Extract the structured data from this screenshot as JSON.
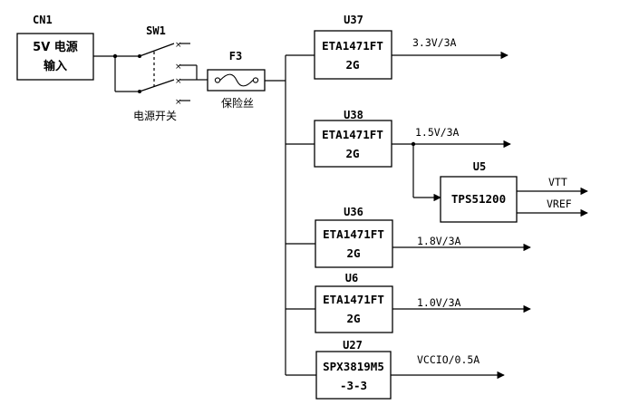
{
  "connector": {
    "ref": "CN1",
    "line1": "5V 电源",
    "line2": "输入"
  },
  "switch": {
    "ref": "SW1",
    "caption": "电源开关"
  },
  "fuse": {
    "ref": "F3",
    "caption": "保险丝"
  },
  "regulators": [
    {
      "ref": "U37",
      "part_line1": "ETA1471FT",
      "part_line2": "2G",
      "output": "3.3V/3A"
    },
    {
      "ref": "U38",
      "part_line1": "ETA1471FT",
      "part_line2": "2G",
      "output": "1.5V/3A"
    },
    {
      "ref": "U36",
      "part_line1": "ETA1471FT",
      "part_line2": "2G",
      "output": "1.8V/3A"
    },
    {
      "ref": "U6",
      "part_line1": "ETA1471FT",
      "part_line2": "2G",
      "output": "1.0V/3A"
    },
    {
      "ref": "U27",
      "part_line1": "SPX3819M5",
      "part_line2": "-3-3",
      "output": "VCCIO/0.5A"
    }
  ],
  "ddr_termination": {
    "ref": "U5",
    "part": "TPS51200",
    "output1": "VTT",
    "output2": "VREF"
  }
}
